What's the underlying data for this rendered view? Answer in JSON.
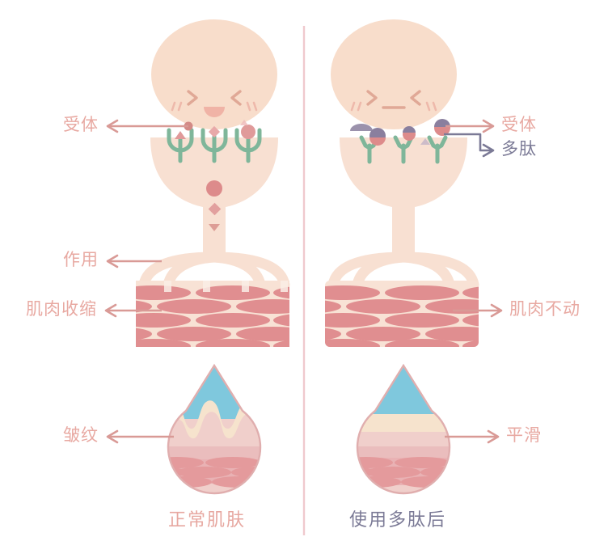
{
  "figure": {
    "title_left_caption": "正常肌肤",
    "title_right_caption": "使用多肽后",
    "divider": "vertical-divider"
  },
  "colors": {
    "skin": "#f7ded0",
    "skin_dark": "#f2d2c0",
    "label_pink": "#e8a9a2",
    "label_purple": "#7b7a96",
    "arrow_pink": "#d99a96",
    "arrow_purple": "#7b7a96",
    "receptor_green": "#7fb69a",
    "particle_pink": "#dd8b8b",
    "particle_purple": "#8a7f9e",
    "muscle_fill": "#e08e90",
    "muscle_bg": "#f8e2d5",
    "skin_blue": "#7fc8dd",
    "skin_cream": "#f6e3cd",
    "skin_pale": "#f0cfcb",
    "skin_mid": "#eabdbd",
    "skin_deep": "#e49a9c",
    "divider_pink": "#efc9cd",
    "background": "#ffffff"
  },
  "panels": {
    "left": {
      "name": "normal-skin-panel",
      "caption": "正常肌肤",
      "labels": [
        {
          "id": "receptor",
          "text": "受体",
          "arrow": "left",
          "color": "pink"
        },
        {
          "id": "action",
          "text": "作用",
          "arrow": "left",
          "color": "pink"
        },
        {
          "id": "muscle",
          "text": "肌肉收缩",
          "arrow": "left",
          "color": "pink"
        },
        {
          "id": "wrinkle",
          "text": "皱纹",
          "arrow": "left",
          "color": "pink"
        }
      ],
      "state": {
        "receptors_blocked": false,
        "signal_transmitted": true,
        "muscle": "contracted",
        "skin_surface": "wrinkled"
      }
    },
    "right": {
      "name": "peptide-treated-panel",
      "caption": "使用多肽后",
      "labels": [
        {
          "id": "receptor",
          "text": "受体",
          "arrow": "right",
          "color": "pink"
        },
        {
          "id": "peptide",
          "text": "多肽",
          "arrow": "right",
          "color": "purple"
        },
        {
          "id": "muscle",
          "text": "肌肉不动",
          "arrow": "right",
          "color": "pink"
        },
        {
          "id": "smooth",
          "text": "平滑",
          "arrow": "right",
          "color": "pink"
        }
      ],
      "state": {
        "receptors_blocked": true,
        "signal_transmitted": false,
        "muscle": "relaxed",
        "skin_surface": "smooth"
      }
    }
  },
  "icons": {
    "face_expression": "squinting-face",
    "receptor": "y-shaped-receptor-icon",
    "particle": "neurotransmitter-particle-icon",
    "peptide_cap": "peptide-block-icon",
    "muscle_fiber": "muscle-fiber-icon",
    "skin_drop": "skin-cross-section-icon"
  }
}
